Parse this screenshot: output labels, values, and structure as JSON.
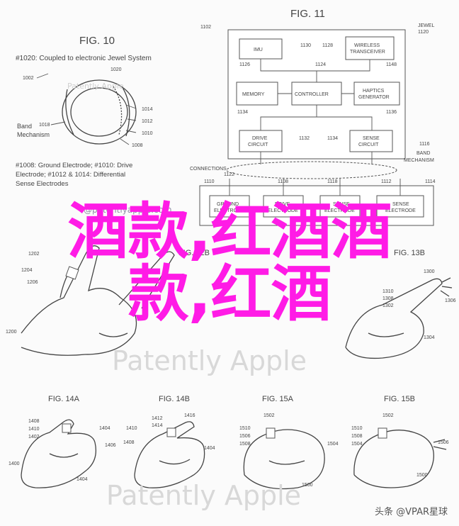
{
  "fig10": {
    "title": "FIG. 10",
    "caption": "#1020: Coupled to electronic Jewel System",
    "ref_1002": "1002",
    "ref_1020": "1020",
    "ref_1014": "1014",
    "ref_1012": "1012",
    "ref_1010": "1010",
    "ref_1008": "1008",
    "ref_1018": "1018",
    "band_label_1": "Band",
    "band_label_2": "Mechanism",
    "desc_1": "#1008: Ground Electrode; #1010: Drive",
    "desc_2": "Electrode; #1012 & 1014: Differential",
    "desc_3": "Sense Electrodes",
    "watermark": "Patently Apple"
  },
  "fig11": {
    "title": "FIG. 11",
    "ref_1102": "1102",
    "jewel_1": "JEWEL",
    "jewel_2": "1120",
    "imu": "IMU",
    "ref_1130": "1130",
    "ref_1128": "1128",
    "wireless_1": "WIRELESS",
    "wireless_2": "TRANSCEIVER",
    "ref_1126": "1126",
    "ref_1124": "1124",
    "ref_1148": "1148",
    "memory": "MEMORY",
    "controller": "CONTROLLER",
    "haptics_1": "HAPTICS",
    "haptics_2": "GENERATOR",
    "ref_1134": "1134",
    "ref_1136": "1136",
    "drive_1": "DRIVE",
    "drive_2": "CIRCUIT",
    "ref_1132": "1132",
    "ref_1134b": "1134",
    "sense_1": "SENSE",
    "sense_2": "CIRCUIT",
    "ref_1116": "1116",
    "connections": "CONNECTIONS",
    "ref_1122": "1122",
    "band_1": "BAND",
    "band_2": "MECHANISM",
    "ref_1110": "1110",
    "ref_1108": "1108",
    "ref_1118": "1118",
    "ref_1112": "1112",
    "ref_1114": "1114",
    "ground_1": "GROUND",
    "ground_2": "ELECTRODE",
    "drive_e_1": "DRIVE",
    "drive_e_2": "ELECTRODE",
    "sense_e1_1": "SENSE",
    "sense_e1_2": "ELECTRODE",
    "sense_e2_1": "SENSE",
    "sense_e2_2": "ELECTRODE"
  },
  "fig12": {
    "title": "FIG. 12B",
    "ref_1202": "1202",
    "ref_1204": "1204",
    "ref_1206": "1206",
    "ref_1200": "1200"
  },
  "fig13": {
    "title": "FIG. 13B",
    "ref_1300": "1300",
    "ref_1310": "1310",
    "ref_1308": "1308",
    "ref_1302": "1302",
    "ref_1306": "1306",
    "ref_1304": "1304"
  },
  "fig14a": {
    "title": "FIG. 14A",
    "ref_1408": "1408",
    "ref_1410": "1410",
    "ref_1402": "1402",
    "ref_1404": "1404",
    "ref_1406": "1406",
    "ref_1400": "1400",
    "ref_1404b": "1404"
  },
  "fig14b": {
    "title": "FIG. 14B",
    "ref_1412": "1412",
    "ref_1414": "1414",
    "ref_1410": "1410",
    "ref_1416": "1416",
    "ref_1408": "1408",
    "ref_1404": "1404"
  },
  "fig15a": {
    "title": "FIG. 15A",
    "ref_1502": "1502",
    "ref_1510": "1510",
    "ref_1506": "1506",
    "ref_1508": "1508",
    "ref_1504": "1504",
    "ref_1500": "1500"
  },
  "fig15b": {
    "title": "FIG. 15B",
    "ref_1502": "1502",
    "ref_1510": "1510",
    "ref_1508": "1508",
    "ref_1504": "1504",
    "ref_1506": "1506",
    "ref_1500": "1500"
  },
  "watermarks": {
    "mid": "Patently Apple",
    "bottom": "Patently Apple"
  },
  "email_fragment": "@patentlyapple.com",
  "overlay": {
    "line1": "酒款,红酒酒",
    "line2": "款,红酒",
    "color": "#ff1be6"
  },
  "credit": "头条 @VPAR星球"
}
